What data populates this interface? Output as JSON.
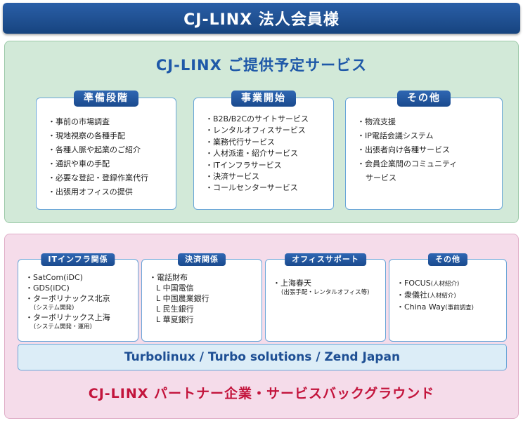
{
  "header": {
    "title": "CJ-LINX 法人会員様"
  },
  "services": {
    "title": "CJ-LINX ご提供予定サービス",
    "preparation": {
      "label": "準備段階",
      "items": [
        "・事前の市場調査",
        "・現地視察の各種手配",
        "・各種人脈や起業のご紹介",
        "・通訳や車の手配",
        "・必要な登記・登録作業代行",
        "・出張用オフィスの提供"
      ]
    },
    "business_start": {
      "label": "事業開始",
      "items": [
        "・B2B/B2Cのサイトサービス",
        "・レンタルオフィスサービス",
        "・業務代行サービス",
        "・人材派遣・紹介サービス",
        "・ITインフラサービス",
        "・決済サービス",
        "・コールセンターサービス"
      ]
    },
    "others": {
      "label": "その他",
      "items": [
        "・物流支援",
        "・IP電話会議システム",
        "・出張者向け各種サービス",
        "・会員企業間のコミュニティ",
        "サービス"
      ]
    }
  },
  "partners": {
    "it_infra": {
      "label": "ITインフラ関係",
      "item1": "・SatCom(iDC)",
      "item2": "・GDS(iDC)",
      "item3": "・ターボリナックス北京",
      "item3_note": "(システム開発)",
      "item4": "・ターボリナックス上海",
      "item4_note": "(システム開発・運用)"
    },
    "payment": {
      "label": "決済関係",
      "item1": "・電話財布",
      "branches": [
        "L 中国電信",
        "L 中国農業銀行",
        "L 民生銀行",
        "L 華夏銀行"
      ]
    },
    "office_support": {
      "label": "オフィスサポート",
      "item1": "・上海春天",
      "item1_note": "(出張手配・レンタルオフィス等)"
    },
    "others": {
      "label": "その他",
      "item1": "・FOCUS",
      "item1_note": "(人材紹介)",
      "item2": "・衆儀社",
      "item2_note": "(人材紹介)",
      "item3": "・China Way",
      "item3_note": "(事前調査)"
    },
    "turbo": "Turbolinux / Turbo solutions / Zend Japan",
    "title": "CJ-LINX パートナー企業・サービスバックグラウンド"
  }
}
